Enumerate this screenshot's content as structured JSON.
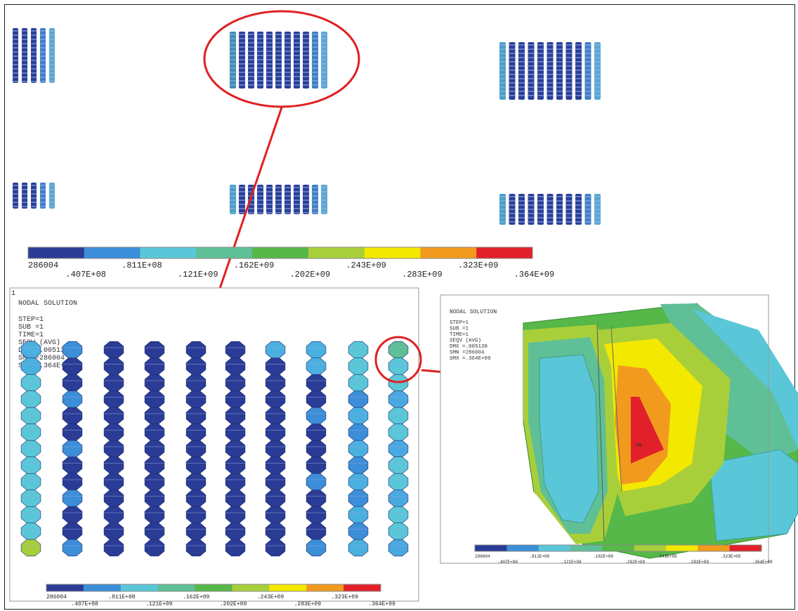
{
  "colors": {
    "scale": [
      "#2b3c96",
      "#3c8ed8",
      "#5ac7d8",
      "#5fbf96",
      "#56b848",
      "#a8cf3a",
      "#f2e800",
      "#f29a1e",
      "#e2202a"
    ],
    "node_dark": "#2a3f9a",
    "node_light": "#4aa8e0",
    "node_cyan": "#5cc8dc",
    "highlight_red": "#e02020"
  },
  "legend": {
    "labels": [
      "286004",
      ".407E+08",
      ".811E+08",
      ".121E+09",
      ".162E+09",
      ".202E+09",
      ".243E+09",
      ".283E+09",
      ".323E+09",
      ".364E+09"
    ]
  },
  "left_panel": {
    "corner_mark": "1",
    "title": "NODAL SOLUTION",
    "lines": [
      "STEP=1",
      "SUB =1",
      "TIME=1",
      "SEQV     (AVG)",
      "DMX =.005138",
      "SMN =286004",
      "SMX =.364E+09"
    ]
  },
  "right_panel": {
    "title": "NODAL SOLUTION",
    "lines": [
      "STEP=1",
      "SUB =1",
      "TIME=1",
      "SEQV     (AVG)",
      "DMX =.005138",
      "SMN =286004",
      "SMX =.364E+09"
    ],
    "mn_mark": "MN"
  }
}
